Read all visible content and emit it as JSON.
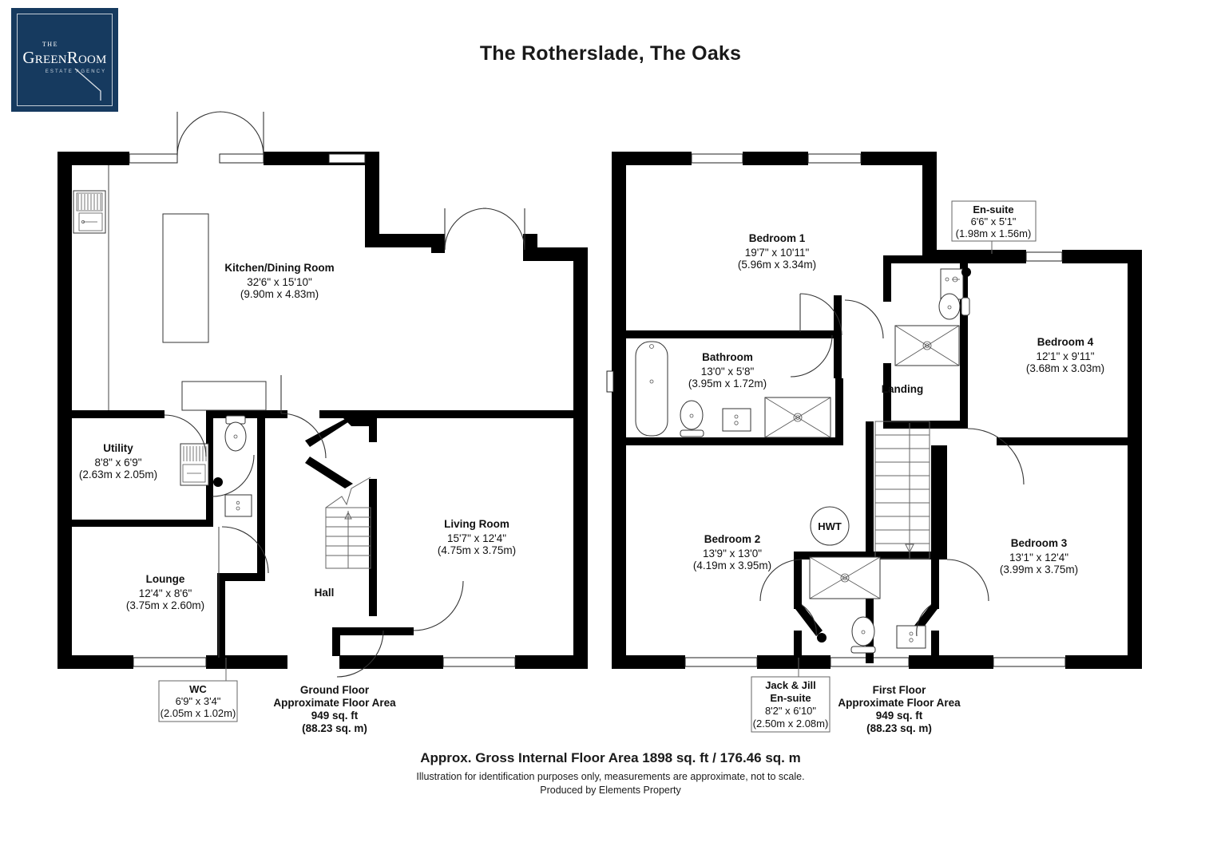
{
  "logo": {
    "the": "THE",
    "name_green": "G",
    "name_reen": "REEN",
    "name_r": "R",
    "name_oom": "OOM",
    "subtitle": "ESTATE AGENCY",
    "background_color": "#163a5f"
  },
  "header": {
    "title": "The Rotherslade, The Oaks"
  },
  "ground_floor": {
    "rooms": [
      {
        "name": "Kitchen/Dining Room",
        "imperial": "32'6\" x 15'10\"",
        "metric": "(9.90m x 4.83m)"
      },
      {
        "name": "Utility",
        "imperial": "8'8\" x 6'9\"",
        "metric": "(2.63m x 2.05m)"
      },
      {
        "name": "Lounge",
        "imperial": "12'4\" x 8'6\"",
        "metric": "(3.75m x 2.60m)"
      },
      {
        "name": "Hall",
        "imperial": "",
        "metric": ""
      },
      {
        "name": "Living Room",
        "imperial": "15'7\" x 12'4\"",
        "metric": "(4.75m x 3.75m)"
      }
    ],
    "callout": {
      "name": "WC",
      "imperial": "6'9\" x 3'4\"",
      "metric": "(2.05m x 1.02m)"
    },
    "area": {
      "line1": "Ground Floor",
      "line2": "Approximate Floor Area",
      "line3": "949 sq. ft",
      "line4": "(88.23 sq. m)"
    }
  },
  "first_floor": {
    "rooms": [
      {
        "name": "Bedroom 1",
        "imperial": "19'7\" x 10'11\"",
        "metric": "(5.96m x 3.34m)"
      },
      {
        "name": "Bedroom 4",
        "imperial": "12'1\" x 9'11\"",
        "metric": "(3.68m x 3.03m)"
      },
      {
        "name": "Bathroom",
        "imperial": "13'0\" x 5'8\"",
        "metric": "(3.95m x 1.72m)"
      },
      {
        "name": "Landing",
        "imperial": "",
        "metric": ""
      },
      {
        "name": "Bedroom 2",
        "imperial": "13'9\" x 13'0\"",
        "metric": "(4.19m x 3.95m)"
      },
      {
        "name": "Bedroom 3",
        "imperial": "13'1\" x 12'4\"",
        "metric": "(3.99m x 3.75m)"
      }
    ],
    "hwt_label": "HWT",
    "callout_ensuite": {
      "name": "En-suite",
      "imperial": "6'6\" x 5'1\"",
      "metric": "(1.98m x 1.56m)"
    },
    "callout_jackjill": {
      "name1": "Jack & Jill",
      "name2": "En-suite",
      "imperial": "8'2\" x 6'10\"",
      "metric": "(2.50m x 2.08m)"
    },
    "area": {
      "line1": "First Floor",
      "line2": "Approximate Floor Area",
      "line3": "949 sq. ft",
      "line4": "(88.23 sq. m)"
    }
  },
  "footer": {
    "main": "Approx. Gross Internal Floor Area 1898 sq. ft / 176.46 sq. m",
    "sub1": "Illustration for identification purposes only, measurements are approximate, not to scale.",
    "sub2": "Produced by Elements Property"
  }
}
